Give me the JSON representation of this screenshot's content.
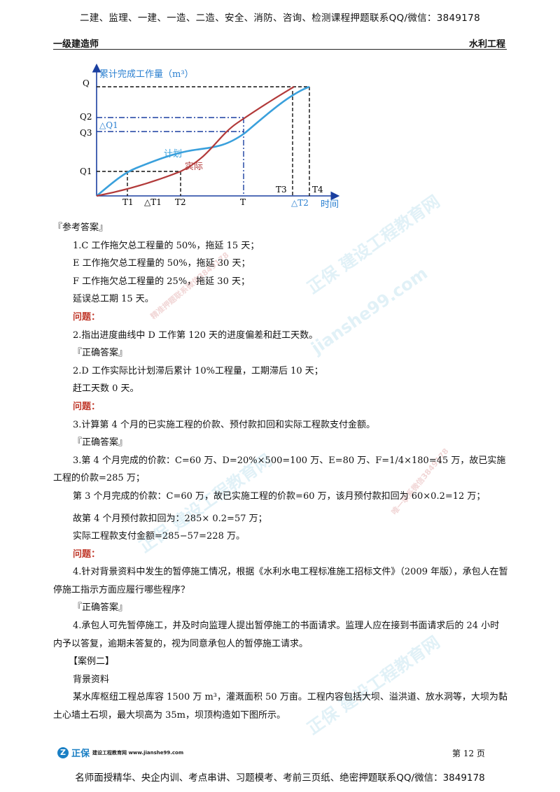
{
  "header": {
    "banner": "二建、监理、一建、一造、二造、安全、消防、咨询、检测课程押题联系QQ/微信：3849178",
    "left": "一级建造师",
    "right": "水利工程"
  },
  "figure": {
    "y_axis_title": "累计完成工作量（m³）",
    "x_axis_title": "时间",
    "y_labels": {
      "q": "Q",
      "q2": "Q2",
      "q3": "Q3",
      "q1": "Q1"
    },
    "x_labels": {
      "t1": "T1",
      "dt1": "△T1",
      "t2": "T2",
      "t": "T",
      "t3": "T3",
      "t4": "T4",
      "dt2": "△T2"
    },
    "delta_q1": "△Q1",
    "plan_label": "计划",
    "actual_label": "实际",
    "colors": {
      "plan": "#3aa0dc",
      "actual": "#b23a3a",
      "axis": "#1a3fa0",
      "blue_text": "#2a7fd0"
    }
  },
  "content": {
    "ref_answer": "『参考答案』",
    "a1_1": "1.C 工作拖欠总工程量的 50%，拖延 15 天；",
    "a1_2": "E 工作拖欠总工程量的 50%，拖延 30 天；",
    "a1_3": "F 工作拖欠总工程量的 25%，拖延 30 天；",
    "a1_4": "延误总工期 15 天。",
    "q_label_1": "问题：",
    "q2": "2.指出进度曲线中 D 工作第 120 天的进度偏差和赶工天数。",
    "correct_1": "『正确答案』",
    "a2_1": "2.D 工作实际比计划滞后累计 10%工程量，工期滞后 10 天；",
    "a2_2": "赶工天数 0 天。",
    "q_label_2": "问题：",
    "q3": "3.计算第 4 个月的已实施工程的价款、预付款扣回和实际工程款支付金额。",
    "correct_2": "『正确答案』",
    "a3_1": "3.第 4 个月完成的价款：C=60 万、D=20%×500=100 万、E=80 万、F=1/4×180=45 万，故已实施工程的价款=285 万；",
    "a3_2": "第 3 个月完成的价款：C=60 万，故已实施工程的价款=60 万，该月预付款扣回为 60×0.2=12 万；",
    "a3_3": "故第 4 个月预付款扣回为：285× 0.2=57 万；",
    "a3_4": "实际工程款支付金额=285−57=228 万。",
    "q_label_3": "问题：",
    "q4": "4.针对背景资料中发生的暂停施工情况，根据《水利水电工程标准施工招标文件》（2009 年版），承包人在暂停施工指示方面应履行哪些程序？",
    "correct_3": "『正确答案』",
    "a4": "4.承包人可先暂停施工，并及时向监理人提出暂停施工的书面请求。监理人应在接到书面请求后的 24 小时内予以答复，逾期未答复的，视为同意承包人的暂停施工请求。",
    "case2": "【案例二】",
    "background": "背景资料",
    "case2_text": "某水库枢纽工程总库容 1500 万 m³，灌溉面积 50 万亩。工程内容包括大坝、溢洪道、放水洞等，大坝为黏土心墙土石坝，最大坝高为 35m，坝顶构造如下图所示。"
  },
  "footer": {
    "logo_brand": "正保",
    "logo_tag": "建设工程教育网 www.jianshe99.com",
    "page": "第 12 页",
    "banner": "名师面授精华、央企内训、考点串讲、习题模考、考前三页纸、绝密押题联系QQ/微信：3849178"
  },
  "watermarks": {
    "w1": "正保 建设工程教育网",
    "w2": "jianshe99.com",
    "w3": "精准押题联系微信3849178",
    "w4": "唯一联系微信3849178"
  }
}
